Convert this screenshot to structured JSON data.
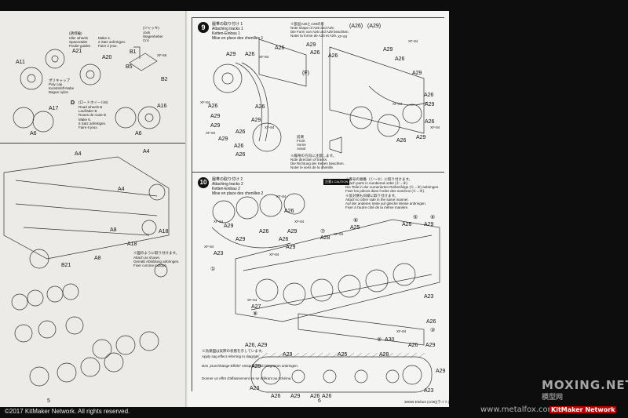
{
  "page_left": {
    "page_number": "5",
    "labels_top": [
      "A11",
      "A21",
      "A20",
      "A17",
      "A16",
      "A6",
      "A6",
      "A4",
      "A4",
      "A4",
      "A18",
      "A8",
      "A8",
      "B21",
      "A18"
    ],
    "idler": {
      "jp": "(誘導輪)",
      "en": "Idler wheels",
      "de": "Spannräder",
      "fr": "Poulie-guides",
      "note_en": "Make 2.",
      "note_de": "2 Satz anfertigen.",
      "note_fr": "Faire 2 jeux."
    },
    "jack": {
      "jp": "(ジャッキ)",
      "en": "Jack",
      "de": "Wagenheber",
      "fr": "Cric"
    },
    "jack_parts": [
      "B1",
      "XF-56",
      "B5",
      "B2"
    ],
    "polycap": {
      "jp": "ポリキャップ",
      "en": "Poly cap",
      "de": "Kunststoff-Nabe",
      "fr": "Bague nylon"
    },
    "road_b": {
      "letter": "D",
      "jp": "(ロードホイールB)",
      "en": "Road wheels B",
      "de": "Laufräder B",
      "fr": "Roues de route B",
      "note_en": "Make 6.",
      "note_de": "6 Satz anfertigen.",
      "note_fr": "Faire 6 jeux."
    },
    "attach": {
      "jp": "※図のように取り付けます。",
      "en": "Attach as shown.",
      "de": "Gemäß Abbildung anbringen.",
      "fr": "Fixer comme indiqué."
    }
  },
  "page_right": {
    "page_number": "6",
    "code": "30069 Elefant (1/35)(ライト)",
    "step9": {
      "number": "9",
      "jp": "履帯の取り付け 1",
      "en": "Attaching tracks 1",
      "de": "Ketten-Einbau 1",
      "fr": "Mise en place des chenilles 1",
      "note_jp": "※部品A26とA29の形",
      "note_en": "Note shape of A26 and A29.",
      "note_de": "Die Form von A26 und A29 beachten.",
      "note_fr": "Noter la forme de A26 et A29.",
      "labels": [
        "A29",
        "A26",
        "A26",
        "A29",
        "A26",
        "XF-84",
        "XF-84",
        "(F)",
        "(A26)",
        "(A29)",
        "A26",
        "A29",
        "A26",
        "A29",
        "A26",
        "A29",
        "A26",
        "A29",
        "A26",
        "A26",
        "A29",
        "A29",
        "A26",
        "A26",
        "A26",
        "A29",
        "A26",
        "A29",
        "XF-84",
        "XF-84",
        "XF-84",
        "XF-84",
        "XF-84",
        "XF-84"
      ],
      "front": {
        "jp": "前側",
        "en": "Front",
        "de": "Vorne",
        "fr": "Avant"
      },
      "direction": {
        "jp": "※履帯の方向に注意します。",
        "en": "Note direction of tracks.",
        "de": "Die Richtung der Ketten beachten.",
        "fr": "Noter le sens de la chenille."
      }
    },
    "step10": {
      "number": "10",
      "jp": "履帯の取り付け 2",
      "en": "Attaching tracks 2",
      "de": "Ketten-Einbau 2",
      "fr": "Mise en place des chenilles 2",
      "caution_label": "注意1 CAUTION",
      "caution_lines": [
        "※番号の順番（①〜⑧）に取り付けます。",
        "Attach parts in numbered order (①→⑧).",
        "Die Teile in der numerierten Reihenfolge (①→⑧) anbringen.",
        "Fixer les pièces dans l'ordre des numéros (①→⑧).",
        "※反対側も同様に取り付けます。",
        "Attach to other side in the same manner.",
        "Auf der anderen Seite auf gleiche Weise anbringen.",
        "Fixer à l'autre côté de la même manière."
      ],
      "labels": [
        "A29",
        "A26",
        "XF-84",
        "A26",
        "A29",
        "XF-84",
        "A23",
        "XF-84",
        "A29",
        "A26",
        "A29",
        "XF-84",
        "⑦",
        "A28",
        "⑥",
        "A25",
        "⑤",
        "④",
        "A26",
        "A29",
        "A23",
        "①",
        "A27",
        "⑧",
        "A26",
        "③",
        "A26",
        "A29",
        "A30",
        "②",
        "A26, A29",
        "A25",
        "A28",
        "A23",
        "A26",
        "A29",
        "A26",
        "A23",
        "A23",
        "A29",
        "A26",
        "A29",
        "XF-84",
        "XF-84",
        "XF-84",
        "XF-84"
      ],
      "effect": {
        "jp": "※効果図は実際の状態を示しています。",
        "en": "Apply sag effect referring to diagram.",
        "de": "Den „Durchhänge-Effekt\" entsprechend Diagramm anbringen.",
        "fr": "Donner un effet d'affaissement en se référant au schéma."
      }
    }
  },
  "footer": {
    "copyright": "©2017 KitMaker Network. All rights reserved."
  },
  "watermark": {
    "site": "MOXING.NET",
    "cn": "模型网",
    "url": "www.metalfox.com",
    "kit": "KitMaker Network"
  }
}
